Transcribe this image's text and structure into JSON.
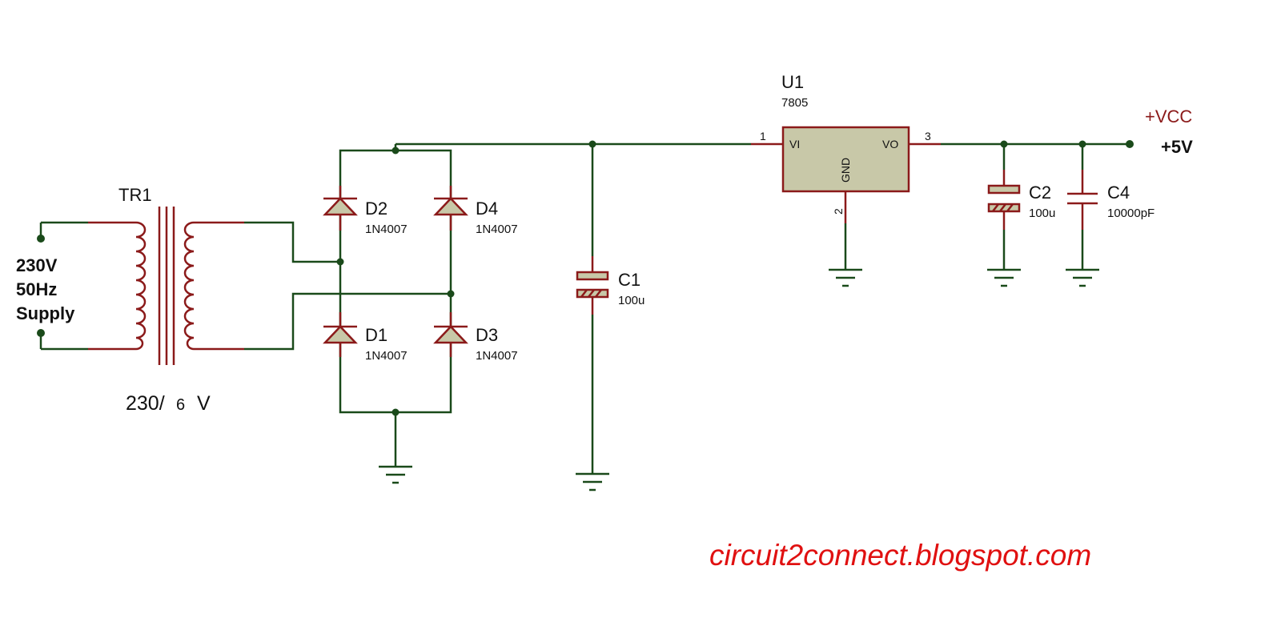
{
  "transformer": {
    "ref": "TR1",
    "ratio_a": "230/",
    "ratio_b": "6",
    "ratio_c": "V"
  },
  "supply": {
    "line1": "230V",
    "line2": "50Hz",
    "line3": "Supply"
  },
  "diodes": [
    {
      "ref": "D2",
      "part": "1N4007"
    },
    {
      "ref": "D4",
      "part": "1N4007"
    },
    {
      "ref": "D1",
      "part": "1N4007"
    },
    {
      "ref": "D3",
      "part": "1N4007"
    }
  ],
  "c1": {
    "ref": "C1",
    "value": "100u"
  },
  "c2": {
    "ref": "C2",
    "value": "100u"
  },
  "c4": {
    "ref": "C4",
    "value": "10000pF"
  },
  "regulator": {
    "ref": "U1",
    "part": "7805",
    "pin_in": "VI",
    "pin_out": "VO",
    "pin_gnd": "GND",
    "pin1": "1",
    "pin2": "2",
    "pin3": "3"
  },
  "output": {
    "net": "+VCC",
    "voltage": "+5V"
  },
  "watermark": "circuit2connect.blogspot.com",
  "colors": {
    "wire": "#1a4a1a",
    "component": "#8b1a1a",
    "body_fill": "#c8c8a8",
    "watermark": "#e01010"
  }
}
